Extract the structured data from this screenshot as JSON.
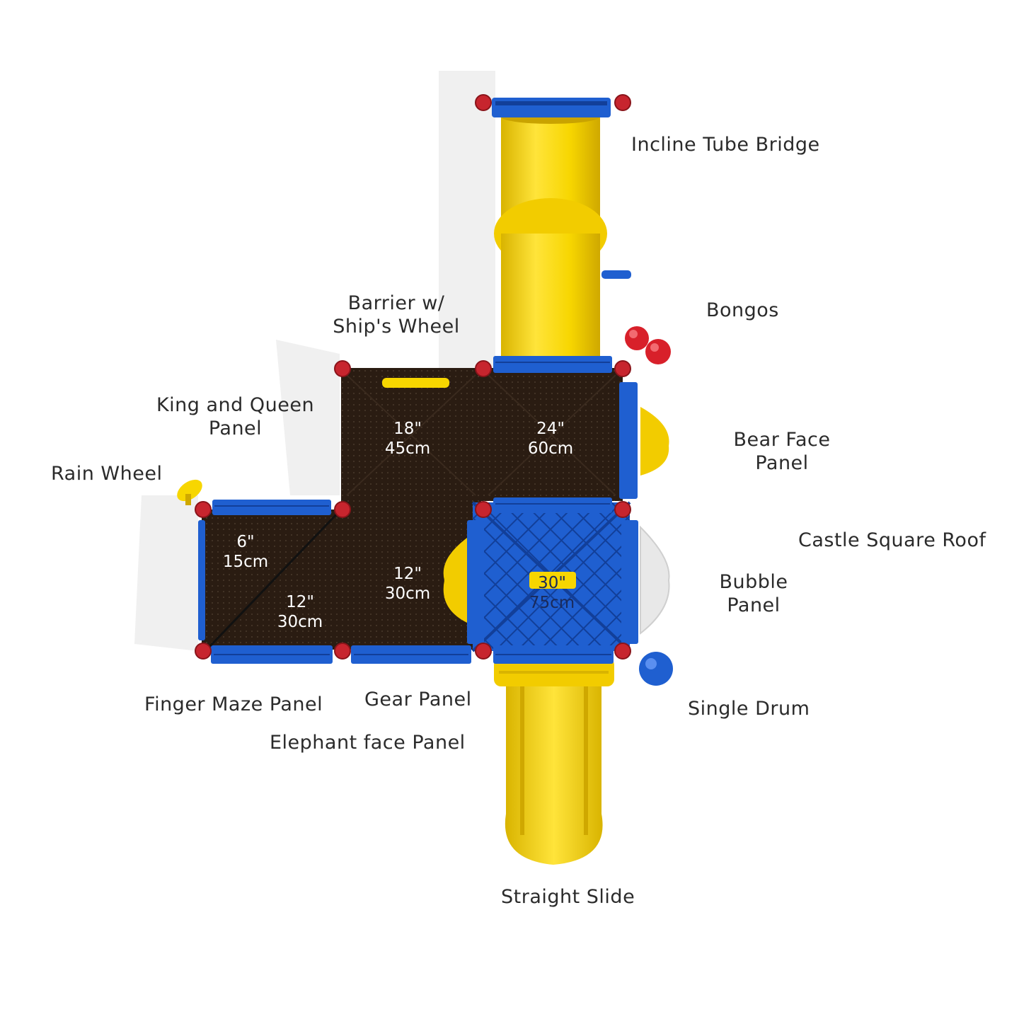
{
  "colors": {
    "deck": "#2a1c12",
    "blue": "#1f5fd0",
    "blue_dark": "#123f99",
    "yellow": "#f7d600",
    "yellow_dark": "#d9b400",
    "red": "#cc2a33",
    "label": "#2b2b2b"
  },
  "labels": {
    "incline_tube_bridge": "Incline Tube Bridge",
    "bongos": "Bongos",
    "barrier_line1": "Barrier w/",
    "barrier_line2": "Ship's Wheel",
    "king_queen_line1": "King and Queen",
    "king_queen_line2": "Panel",
    "rain_wheel": "Rain Wheel",
    "bear_face_line1": "Bear Face",
    "bear_face_line2": "Panel",
    "castle_square_roof": "Castle Square Roof",
    "bubble_line1": "Bubble",
    "bubble_line2": "Panel",
    "single_drum": "Single Drum",
    "finger_maze_panel": "Finger Maze Panel",
    "gear_panel": "Gear Panel",
    "elephant_face_panel": "Elephant face Panel",
    "straight_slide": "Straight Slide"
  },
  "deck_heights": [
    {
      "inches": "18\"",
      "cm": "45cm"
    },
    {
      "inches": "24\"",
      "cm": "60cm"
    },
    {
      "inches": "6\"",
      "cm": "15cm"
    },
    {
      "inches": "12\"",
      "cm": "30cm"
    },
    {
      "inches": "12\"",
      "cm": "30cm"
    },
    {
      "inches": "30\"",
      "cm": "75cm"
    }
  ]
}
